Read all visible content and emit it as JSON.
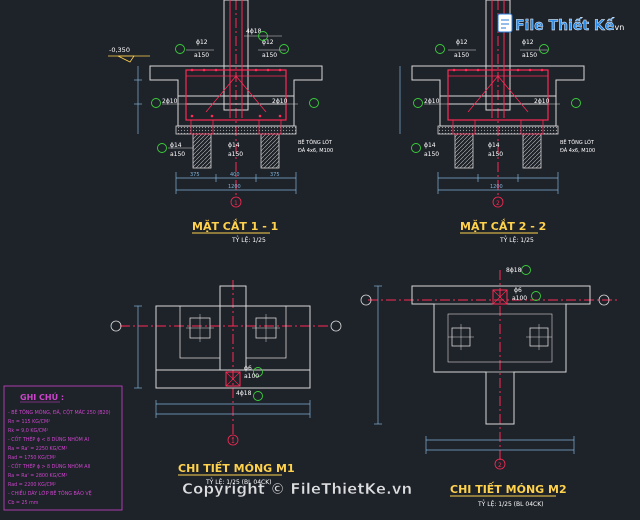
{
  "logo": {
    "brand": "File Thiết Kế",
    "domain": ".vn"
  },
  "watermark": "Copyright © FileThietKe.vn",
  "section1": {
    "title": "MẶT CẮT 1 - 1",
    "scale": "TỶ LỆ: 1/25",
    "level": "-0,350",
    "bubble": "1"
  },
  "section2": {
    "title": "MẶT CẮT 2 - 2",
    "scale": "TỶ LỆ: 1/25",
    "bubble": "2"
  },
  "detail1": {
    "title": "CHI TIẾT MÓNG M1",
    "scale": "TỶ LỆ: 1/25 (BL 04CK)",
    "bubble": "1"
  },
  "detail2": {
    "title": "CHI TIẾT MÓNG M2",
    "scale": "TỶ LỆ: 1/25 (BL 04CK)",
    "bubble": "2"
  },
  "rebar": {
    "r1": "ϕ14",
    "r1b": "a150",
    "r2": "ϕ12",
    "r2b": "a150",
    "r3": "4ϕ18",
    "r4": "ϕ12",
    "r4b": "a150",
    "r5": "2ϕ10",
    "r6": "8ϕ18",
    "r7": "ϕ6",
    "r7b": "a100",
    "r8": "4ϕ18"
  },
  "lean_concrete": {
    "line1": "BÊ TÔNG LÓT",
    "line2": "ĐÁ 4x6, M100"
  },
  "dims": {
    "total": "1200",
    "part1": "375",
    "part2": "400",
    "part3": "375"
  },
  "notes": {
    "title": "GHI CHÚ :",
    "lines": [
      "- BÊ TÔNG MÓNG, ĐÀ, CỘT MÁC 250 (B20)",
      "  Rn = 115 KG/CM²",
      "  Rk = 9,0 KG/CM²",
      "- CỐT THÉP ϕ < 8 DÙNG NHÓM AI",
      "  Ra = Ra' = 2250 KG/CM²",
      "  Rad = 1750 KG/CM²",
      "- CỐT THÉP ϕ > 8 DÙNG NHÓM AII",
      "  Ra = Ra' = 2800 KG/CM²",
      "  Rad = 2200 KG/CM²",
      "- CHIỀU DÀY LỚP BÊ TÔNG BẢO VỆ",
      "  Cb = 25 mm"
    ]
  },
  "colors": {
    "background": "#1e2229",
    "outline": "#d8d8d8",
    "rebar": "#ff2a55",
    "dimension": "#7fb4d8",
    "title": "#ffd24d",
    "label": "#ffffff",
    "bubble": "#3ad03a",
    "notes": "#cc44cc",
    "axis": "#ff2a55"
  }
}
